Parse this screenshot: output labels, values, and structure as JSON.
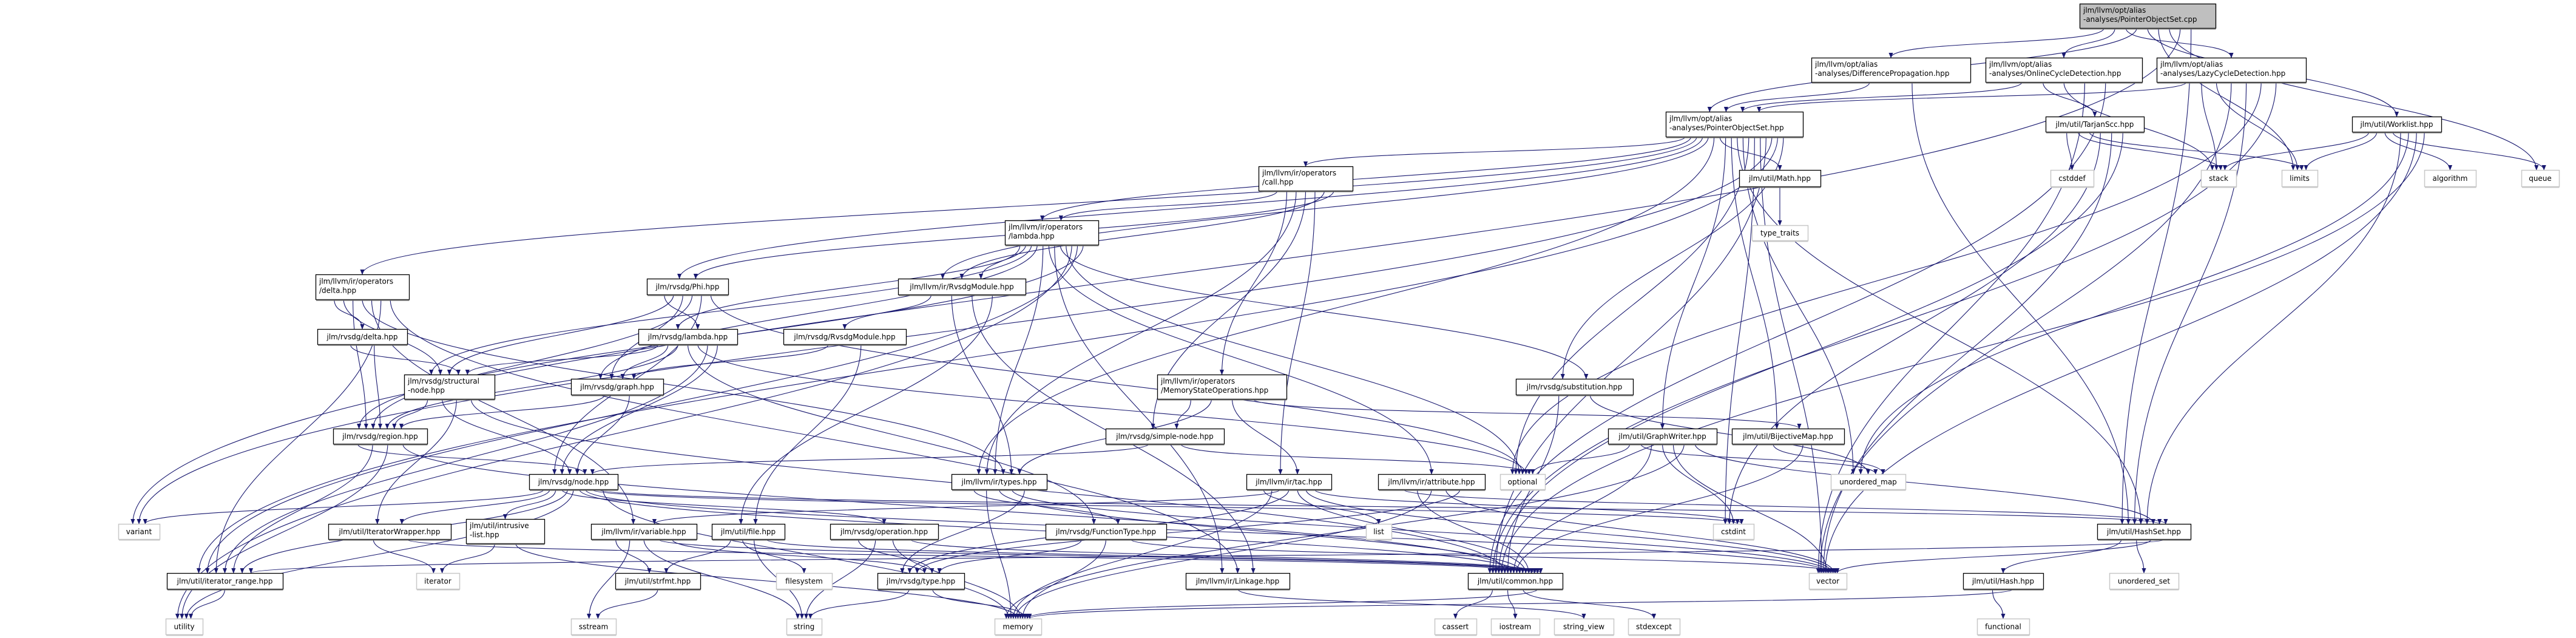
{
  "colors": {
    "edge": "#191970",
    "root_fill": "#bfbfbf",
    "node_border": "#000000",
    "node_shadow": "#666666",
    "external_border": "#c8c8c8",
    "background": "#ffffff"
  },
  "nodes": [
    {
      "lines": [
        "jlm/llvm/opt/alias",
        "-analyses/PointerObjectSet.cpp"
      ],
      "root": true
    },
    {
      "lines": [
        "jlm/llvm/opt/alias",
        "-analyses/DifferencePropagation.hpp"
      ]
    },
    {
      "lines": [
        "jlm/llvm/opt/alias",
        "-analyses/OnlineCycleDetection.hpp"
      ]
    },
    {
      "lines": [
        "jlm/llvm/opt/alias",
        "-analyses/LazyCycleDetection.hpp"
      ]
    },
    {
      "lines": [
        "jlm/llvm/opt/alias",
        "-analyses/PointerObjectSet.hpp"
      ]
    },
    {
      "lines": [
        "jlm/util/TarjanScc.hpp"
      ]
    },
    {
      "lines": [
        "jlm/util/Worklist.hpp"
      ]
    },
    {
      "lines": [
        "jlm/llvm/ir/operators",
        "/call.hpp"
      ]
    },
    {
      "lines": [
        "jlm/util/Math.hpp"
      ]
    },
    {
      "lines": [
        "cstddef"
      ],
      "external": true
    },
    {
      "lines": [
        "stack"
      ],
      "external": true
    },
    {
      "lines": [
        "limits"
      ],
      "external": true
    },
    {
      "lines": [
        "algorithm"
      ],
      "external": true
    },
    {
      "lines": [
        "queue"
      ],
      "external": true
    },
    {
      "lines": [
        "jlm/llvm/ir/operators",
        "/lambda.hpp"
      ]
    },
    {
      "lines": [
        "type_traits"
      ],
      "external": true
    },
    {
      "lines": [
        "jlm/llvm/ir/operators",
        "/delta.hpp"
      ]
    },
    {
      "lines": [
        "jlm/rvsdg/Phi.hpp"
      ]
    },
    {
      "lines": [
        "jlm/llvm/ir/RvsdgModule.hpp"
      ]
    },
    {
      "lines": [
        "jlm/rvsdg/delta.hpp"
      ]
    },
    {
      "lines": [
        "jlm/rvsdg/lambda.hpp"
      ]
    },
    {
      "lines": [
        "jlm/rvsdg/RvsdgModule.hpp"
      ]
    },
    {
      "lines": [
        "jlm/rvsdg/structural",
        "-node.hpp"
      ]
    },
    {
      "lines": [
        "jlm/rvsdg/graph.hpp"
      ]
    },
    {
      "lines": [
        "jlm/llvm/ir/operators",
        "/MemoryStateOperations.hpp"
      ]
    },
    {
      "lines": [
        "jlm/rvsdg/substitution.hpp"
      ]
    },
    {
      "lines": [
        "jlm/rvsdg/region.hpp"
      ]
    },
    {
      "lines": [
        "jlm/rvsdg/simple-node.hpp"
      ]
    },
    {
      "lines": [
        "jlm/util/GraphWriter.hpp"
      ]
    },
    {
      "lines": [
        "jlm/util/BijectiveMap.hpp"
      ]
    },
    {
      "lines": [
        "jlm/rvsdg/node.hpp"
      ]
    },
    {
      "lines": [
        "jlm/llvm/ir/types.hpp"
      ]
    },
    {
      "lines": [
        "jlm/llvm/ir/tac.hpp"
      ]
    },
    {
      "lines": [
        "jlm/llvm/ir/attribute.hpp"
      ]
    },
    {
      "lines": [
        "optional"
      ],
      "external": true
    },
    {
      "lines": [
        "unordered_map"
      ],
      "external": true
    },
    {
      "lines": [
        "variant"
      ],
      "external": true
    },
    {
      "lines": [
        "jlm/util/IteratorWrapper.hpp"
      ]
    },
    {
      "lines": [
        "jlm/util/intrusive",
        "-list.hpp"
      ]
    },
    {
      "lines": [
        "jlm/llvm/ir/variable.hpp"
      ]
    },
    {
      "lines": [
        "jlm/util/file.hpp"
      ]
    },
    {
      "lines": [
        "jlm/rvsdg/operation.hpp"
      ]
    },
    {
      "lines": [
        "jlm/rvsdg/FunctionType.hpp"
      ]
    },
    {
      "lines": [
        "list"
      ],
      "external": true
    },
    {
      "lines": [
        "cstdint"
      ],
      "external": true
    },
    {
      "lines": [
        "jlm/util/HashSet.hpp"
      ]
    },
    {
      "lines": [
        "jlm/util/iterator_range.hpp"
      ]
    },
    {
      "lines": [
        "iterator"
      ],
      "external": true
    },
    {
      "lines": [
        "jlm/util/strfmt.hpp"
      ]
    },
    {
      "lines": [
        "filesystem"
      ],
      "external": true
    },
    {
      "lines": [
        "jlm/rvsdg/type.hpp"
      ]
    },
    {
      "lines": [
        "jlm/llvm/ir/Linkage.hpp"
      ]
    },
    {
      "lines": [
        "jlm/util/common.hpp"
      ]
    },
    {
      "lines": [
        "vector"
      ],
      "external": true
    },
    {
      "lines": [
        "jlm/util/Hash.hpp"
      ]
    },
    {
      "lines": [
        "unordered_set"
      ],
      "external": true
    },
    {
      "lines": [
        "utility"
      ],
      "external": true
    },
    {
      "lines": [
        "sstream"
      ],
      "external": true
    },
    {
      "lines": [
        "string"
      ],
      "external": true
    },
    {
      "lines": [
        "memory"
      ],
      "external": true
    },
    {
      "lines": [
        "cassert"
      ],
      "external": true
    },
    {
      "lines": [
        "iostream"
      ],
      "external": true
    },
    {
      "lines": [
        "string_view"
      ],
      "external": true
    },
    {
      "lines": [
        "stdexcept"
      ],
      "external": true
    },
    {
      "lines": [
        "functional"
      ],
      "external": true
    }
  ],
  "edges": [
    [
      0,
      1
    ],
    [
      0,
      2
    ],
    [
      0,
      3
    ],
    [
      0,
      4
    ],
    [
      0,
      6
    ],
    [
      0,
      11
    ],
    [
      0,
      13
    ],
    [
      0,
      36
    ],
    [
      0,
      45
    ],
    [
      1,
      4
    ],
    [
      1,
      45
    ],
    [
      2,
      4
    ],
    [
      2,
      5
    ],
    [
      2,
      10
    ],
    [
      2,
      53
    ],
    [
      2,
      52
    ],
    [
      3,
      4
    ],
    [
      3,
      10
    ],
    [
      3,
      11
    ],
    [
      3,
      53
    ],
    [
      3,
      45
    ],
    [
      3,
      34
    ],
    [
      3,
      52
    ],
    [
      4,
      7
    ],
    [
      4,
      14
    ],
    [
      4,
      16
    ],
    [
      4,
      17
    ],
    [
      4,
      18
    ],
    [
      4,
      31
    ],
    [
      4,
      8
    ],
    [
      4,
      28
    ],
    [
      4,
      29
    ],
    [
      4,
      45
    ],
    [
      4,
      35
    ],
    [
      4,
      34
    ],
    [
      4,
      44
    ],
    [
      4,
      53
    ],
    [
      4,
      52
    ],
    [
      4,
      36
    ],
    [
      4,
      46
    ],
    [
      4,
      25
    ],
    [
      5,
      9
    ],
    [
      5,
      10
    ],
    [
      5,
      11
    ],
    [
      5,
      44
    ],
    [
      5,
      53
    ],
    [
      5,
      52
    ],
    [
      6,
      10
    ],
    [
      6,
      11
    ],
    [
      6,
      12
    ],
    [
      6,
      13
    ],
    [
      6,
      45
    ],
    [
      6,
      35
    ],
    [
      6,
      53
    ],
    [
      6,
      52
    ],
    [
      7,
      14
    ],
    [
      7,
      24
    ],
    [
      7,
      31
    ],
    [
      7,
      27
    ],
    [
      7,
      32
    ],
    [
      7,
      18
    ],
    [
      7,
      17
    ],
    [
      8,
      15
    ],
    [
      14,
      18
    ],
    [
      14,
      20
    ],
    [
      14,
      22
    ],
    [
      14,
      23
    ],
    [
      14,
      31
    ],
    [
      14,
      33
    ],
    [
      14,
      51
    ],
    [
      14,
      25
    ],
    [
      14,
      34
    ],
    [
      14,
      56
    ],
    [
      14,
      46
    ],
    [
      14,
      26
    ],
    [
      16,
      19
    ],
    [
      16,
      22
    ],
    [
      16,
      26
    ],
    [
      16,
      31
    ],
    [
      16,
      39
    ],
    [
      16,
      46
    ],
    [
      16,
      51
    ],
    [
      17,
      20
    ],
    [
      17,
      22
    ],
    [
      17,
      23
    ],
    [
      17,
      26
    ],
    [
      17,
      30
    ],
    [
      17,
      34
    ],
    [
      18,
      21
    ],
    [
      18,
      31
    ],
    [
      18,
      51
    ],
    [
      18,
      40
    ],
    [
      19,
      22
    ],
    [
      19,
      26
    ],
    [
      20,
      22
    ],
    [
      20,
      23
    ],
    [
      20,
      26
    ],
    [
      20,
      42
    ],
    [
      20,
      34
    ],
    [
      20,
      46
    ],
    [
      20,
      30
    ],
    [
      21,
      23
    ],
    [
      21,
      40
    ],
    [
      22,
      26
    ],
    [
      22,
      30
    ],
    [
      22,
      37
    ],
    [
      22,
      52
    ],
    [
      23,
      26
    ],
    [
      23,
      30
    ],
    [
      24,
      27
    ],
    [
      24,
      31
    ],
    [
      24,
      32
    ],
    [
      24,
      29
    ],
    [
      25,
      52
    ],
    [
      25,
      35
    ],
    [
      26,
      30
    ],
    [
      26,
      46
    ],
    [
      26,
      56
    ],
    [
      26,
      52
    ],
    [
      27,
      30
    ],
    [
      27,
      34
    ],
    [
      28,
      34
    ],
    [
      28,
      35
    ],
    [
      28,
      52
    ],
    [
      28,
      44
    ],
    [
      28,
      53
    ],
    [
      28,
      59
    ],
    [
      28,
      45
    ],
    [
      29,
      35
    ],
    [
      29,
      52
    ],
    [
      30,
      36
    ],
    [
      30,
      37
    ],
    [
      30,
      38
    ],
    [
      30,
      41
    ],
    [
      30,
      46
    ],
    [
      30,
      56
    ],
    [
      30,
      52
    ],
    [
      30,
      53
    ],
    [
      30,
      44
    ],
    [
      30,
      45
    ],
    [
      30,
      59
    ],
    [
      31,
      42
    ],
    [
      31,
      59
    ],
    [
      31,
      52
    ],
    [
      31,
      53
    ],
    [
      31,
      50
    ],
    [
      32,
      43
    ],
    [
      32,
      59
    ],
    [
      32,
      39
    ],
    [
      32,
      50
    ],
    [
      32,
      52
    ],
    [
      32,
      53
    ],
    [
      32,
      44
    ],
    [
      33,
      45
    ],
    [
      33,
      52
    ],
    [
      33,
      59
    ],
    [
      33,
      53
    ],
    [
      33,
      50
    ],
    [
      37,
      47
    ],
    [
      37,
      52
    ],
    [
      38,
      47
    ],
    [
      38,
      59
    ],
    [
      39,
      48
    ],
    [
      39,
      57
    ],
    [
      39,
      58
    ],
    [
      39,
      52
    ],
    [
      39,
      50
    ],
    [
      40,
      48
    ],
    [
      40,
      49
    ],
    [
      40,
      58
    ],
    [
      40,
      52
    ],
    [
      41,
      50
    ],
    [
      41,
      58
    ],
    [
      41,
      59
    ],
    [
      41,
      52
    ],
    [
      42,
      50
    ],
    [
      42,
      59
    ],
    [
      42,
      53
    ],
    [
      45,
      54
    ],
    [
      45,
      55
    ],
    [
      45,
      53
    ],
    [
      45,
      46
    ],
    [
      46,
      56
    ],
    [
      48,
      57
    ],
    [
      50,
      58
    ],
    [
      50,
      59
    ],
    [
      51,
      62
    ],
    [
      52,
      60
    ],
    [
      52,
      61
    ],
    [
      52,
      63
    ],
    [
      52,
      59
    ],
    [
      54,
      64
    ],
    [
      54,
      59
    ]
  ]
}
